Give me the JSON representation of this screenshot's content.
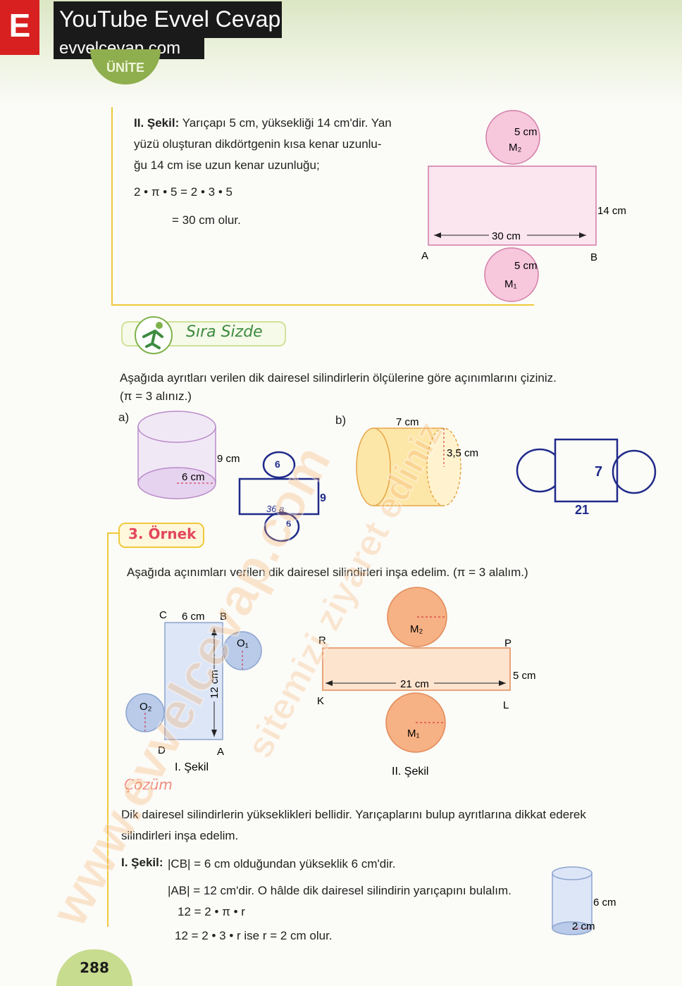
{
  "header": {
    "badge": "E",
    "channel_title": "YouTube Evvel Cevap",
    "site": "evvelcevap.com",
    "unit_label": "ÜNİTE"
  },
  "part2": {
    "heading": "II. Şekil:",
    "text1": "Yarıçapı 5 cm, yüksekliği 14 cm'dir. Yan",
    "text2": "yüzü oluşturan dikdörtgenin kısa kenar uzunlu-",
    "text3": "ğu 14 cm ise uzun kenar uzunluğu;",
    "eq1": "2 • π • 5 = 2 • 3 • 5",
    "eq2": "= 30 cm olur.",
    "fig": {
      "r_top": "5 cm",
      "m_top": "M₂",
      "height": "14 cm",
      "width": "30 cm",
      "a": "A",
      "b": "B",
      "r_bot": "5 cm",
      "m_bot": "M₁"
    }
  },
  "sira_sizde": {
    "title": "Sıra Sizde",
    "instruction": "Aşağıda ayrıtları verilen dik dairesel silindirlerin ölçülerine göre açınımlarını çiziniz.",
    "pi_note": "(π = 3 alınız.)",
    "a": {
      "label": "a)",
      "height": "9 cm",
      "radius": "6 cm",
      "hand_top": "6",
      "hand_side": "9",
      "hand_bottom_len": "36 a",
      "hand_bottom": "6"
    },
    "b": {
      "label": "b)",
      "length": "7 cm",
      "radius": "3,5 cm",
      "hand_center": "7",
      "hand_bottom": "21"
    }
  },
  "example3": {
    "title": "3. Örnek",
    "instruction": "Aşağıda açınımları verilen dik dairesel silindirleri inşa edelim. (π = 3 alalım.)",
    "fig1": {
      "c": "C",
      "b": "B",
      "d": "D",
      "a": "A",
      "top": "6 cm",
      "side": "12 cm",
      "o1": "O₁",
      "o2": "O₂",
      "caption": "I. Şekil"
    },
    "fig2": {
      "r": "R",
      "p": "P",
      "k": "K",
      "l": "L",
      "m2": "M₂",
      "m1": "M₁",
      "height": "5 cm",
      "width": "21 cm",
      "caption": "II. Şekil"
    }
  },
  "solution": {
    "title": "Çözüm",
    "intro1": "Dik dairesel silindirlerin yükseklikleri bellidir. Yarıçaplarını bulup ayrıtlarına dikkat ederek",
    "intro2": "silindirleri inşa edelim.",
    "heading": "I. Şekil:",
    "line1": "|CB| = 6 cm olduğundan yükseklik 6 cm'dir.",
    "line2": "|AB| = 12 cm'dir. O hâlde dik dairesel silindirin yarıçapını bulalım.",
    "line3": "12 = 2 • π • r",
    "line4": "12 = 2 • 3 • r ise r = 2 cm olur.",
    "cyl": {
      "height": "6 cm",
      "radius": "2 cm"
    }
  },
  "watermark": {
    "line1": "www.evvelcevap.com",
    "line2": "sitemizi ziyaret ediniz"
  },
  "page_number": "288",
  "colors": {
    "pink": "#f7c7dc",
    "orange": "#f6b184",
    "yellow": "#f0c93a",
    "green": "#8fae4e",
    "blue": "#b9cbe9"
  }
}
